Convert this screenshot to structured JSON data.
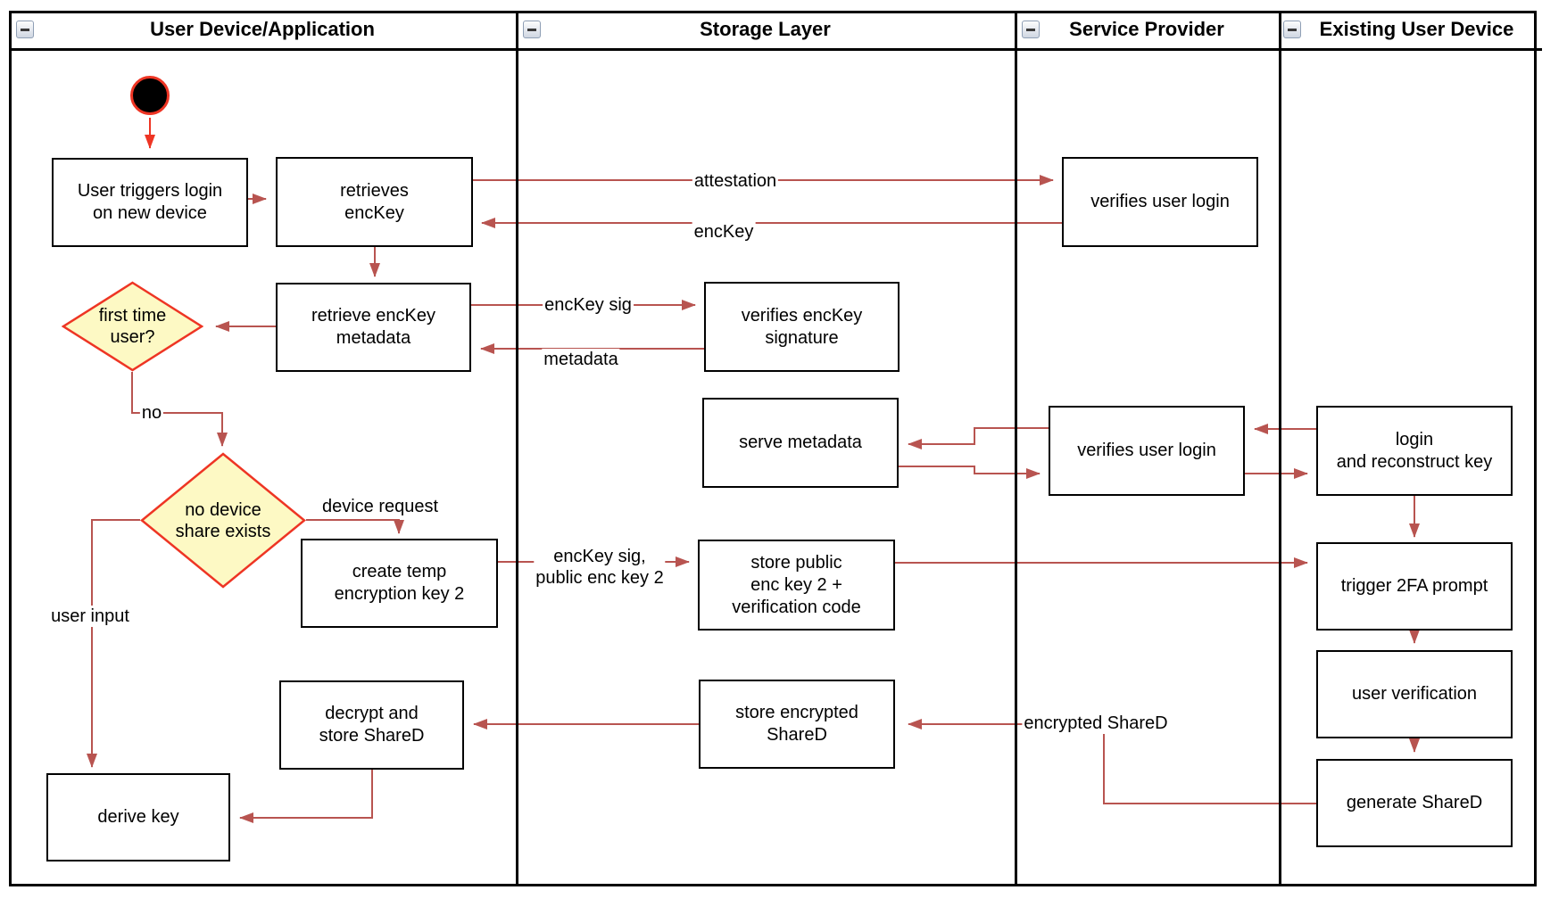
{
  "lanes": [
    {
      "title": "User Device/Application"
    },
    {
      "title": "Storage Layer"
    },
    {
      "title": "Service Provider"
    },
    {
      "title": "Existing User Device"
    }
  ],
  "nodes": {
    "user_triggers": "User triggers login\non new device",
    "retrieves_enckey": "retrieves\nencKey",
    "retrieve_metadata": "retrieve encKey\nmetadata",
    "first_time_user": "first time\nuser?",
    "no_device_share": "no device\nshare exists",
    "create_temp_key": "create temp\nencryption key 2",
    "decrypt_store": "decrypt and\nstore ShareD",
    "derive_key": "derive key",
    "verifies_sig": "verifies encKey\nsignature",
    "serve_metadata": "serve metadata",
    "store_public": "store public\nenc key 2 +\nverification code",
    "store_encrypted": "store encrypted\nShareD",
    "verifies_login_1": "verifies user login",
    "verifies_login_2": "verifies user login",
    "login_reconstruct": "login\nand reconstruct key",
    "trigger_2fa": "trigger 2FA prompt",
    "user_verification": "user verification",
    "generate_shared": "generate ShareD"
  },
  "edge_labels": {
    "attestation": "attestation",
    "enckey": "encKey",
    "enckey_sig": "encKey sig",
    "metadata": "metadata",
    "no": "no",
    "device_request": "device request",
    "enckey_sig_public": "encKey sig,\npublic enc key 2",
    "user_input": "user input",
    "encrypted_shared": "encrypted ShareD"
  },
  "colors": {
    "connector": "#B85450",
    "accent_red": "#EE3524",
    "diamond_fill": "#FDF9C4",
    "node_border": "#000000"
  }
}
